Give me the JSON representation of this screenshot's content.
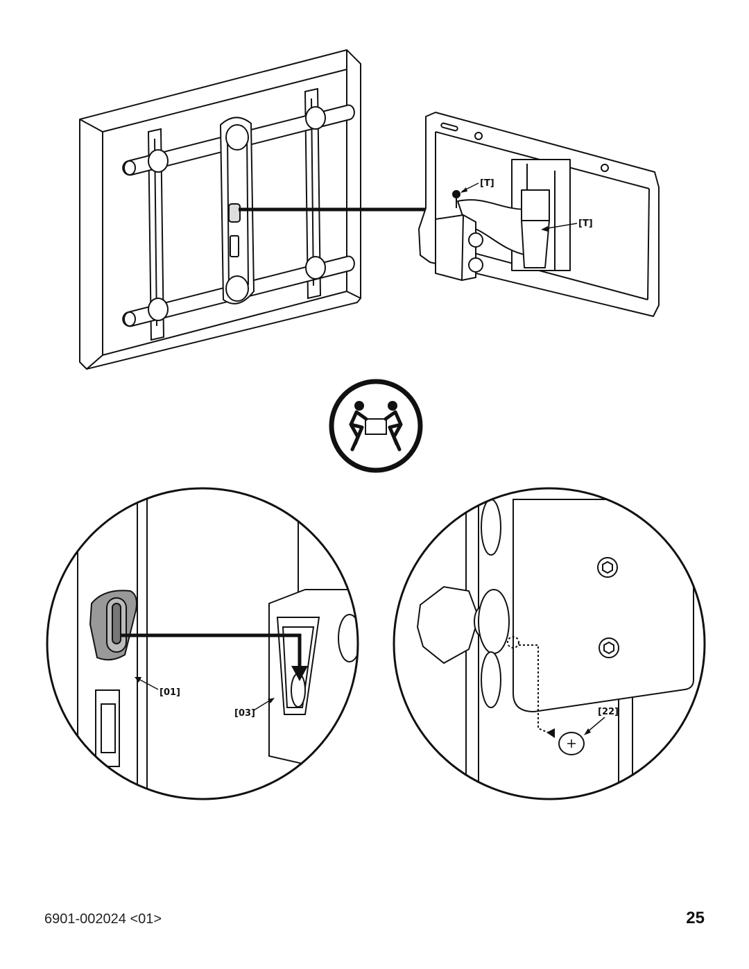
{
  "callouts": {
    "top_t1": "[T]",
    "top_t2": "[T]",
    "detail_left_a": "[01]",
    "detail_left_b": "[03]",
    "detail_right": "[22]"
  },
  "icons": {
    "two_person_lift": "two-person-lift-icon"
  },
  "footer": {
    "doc_number": "6901-002024 <01>",
    "page_number": "25"
  }
}
